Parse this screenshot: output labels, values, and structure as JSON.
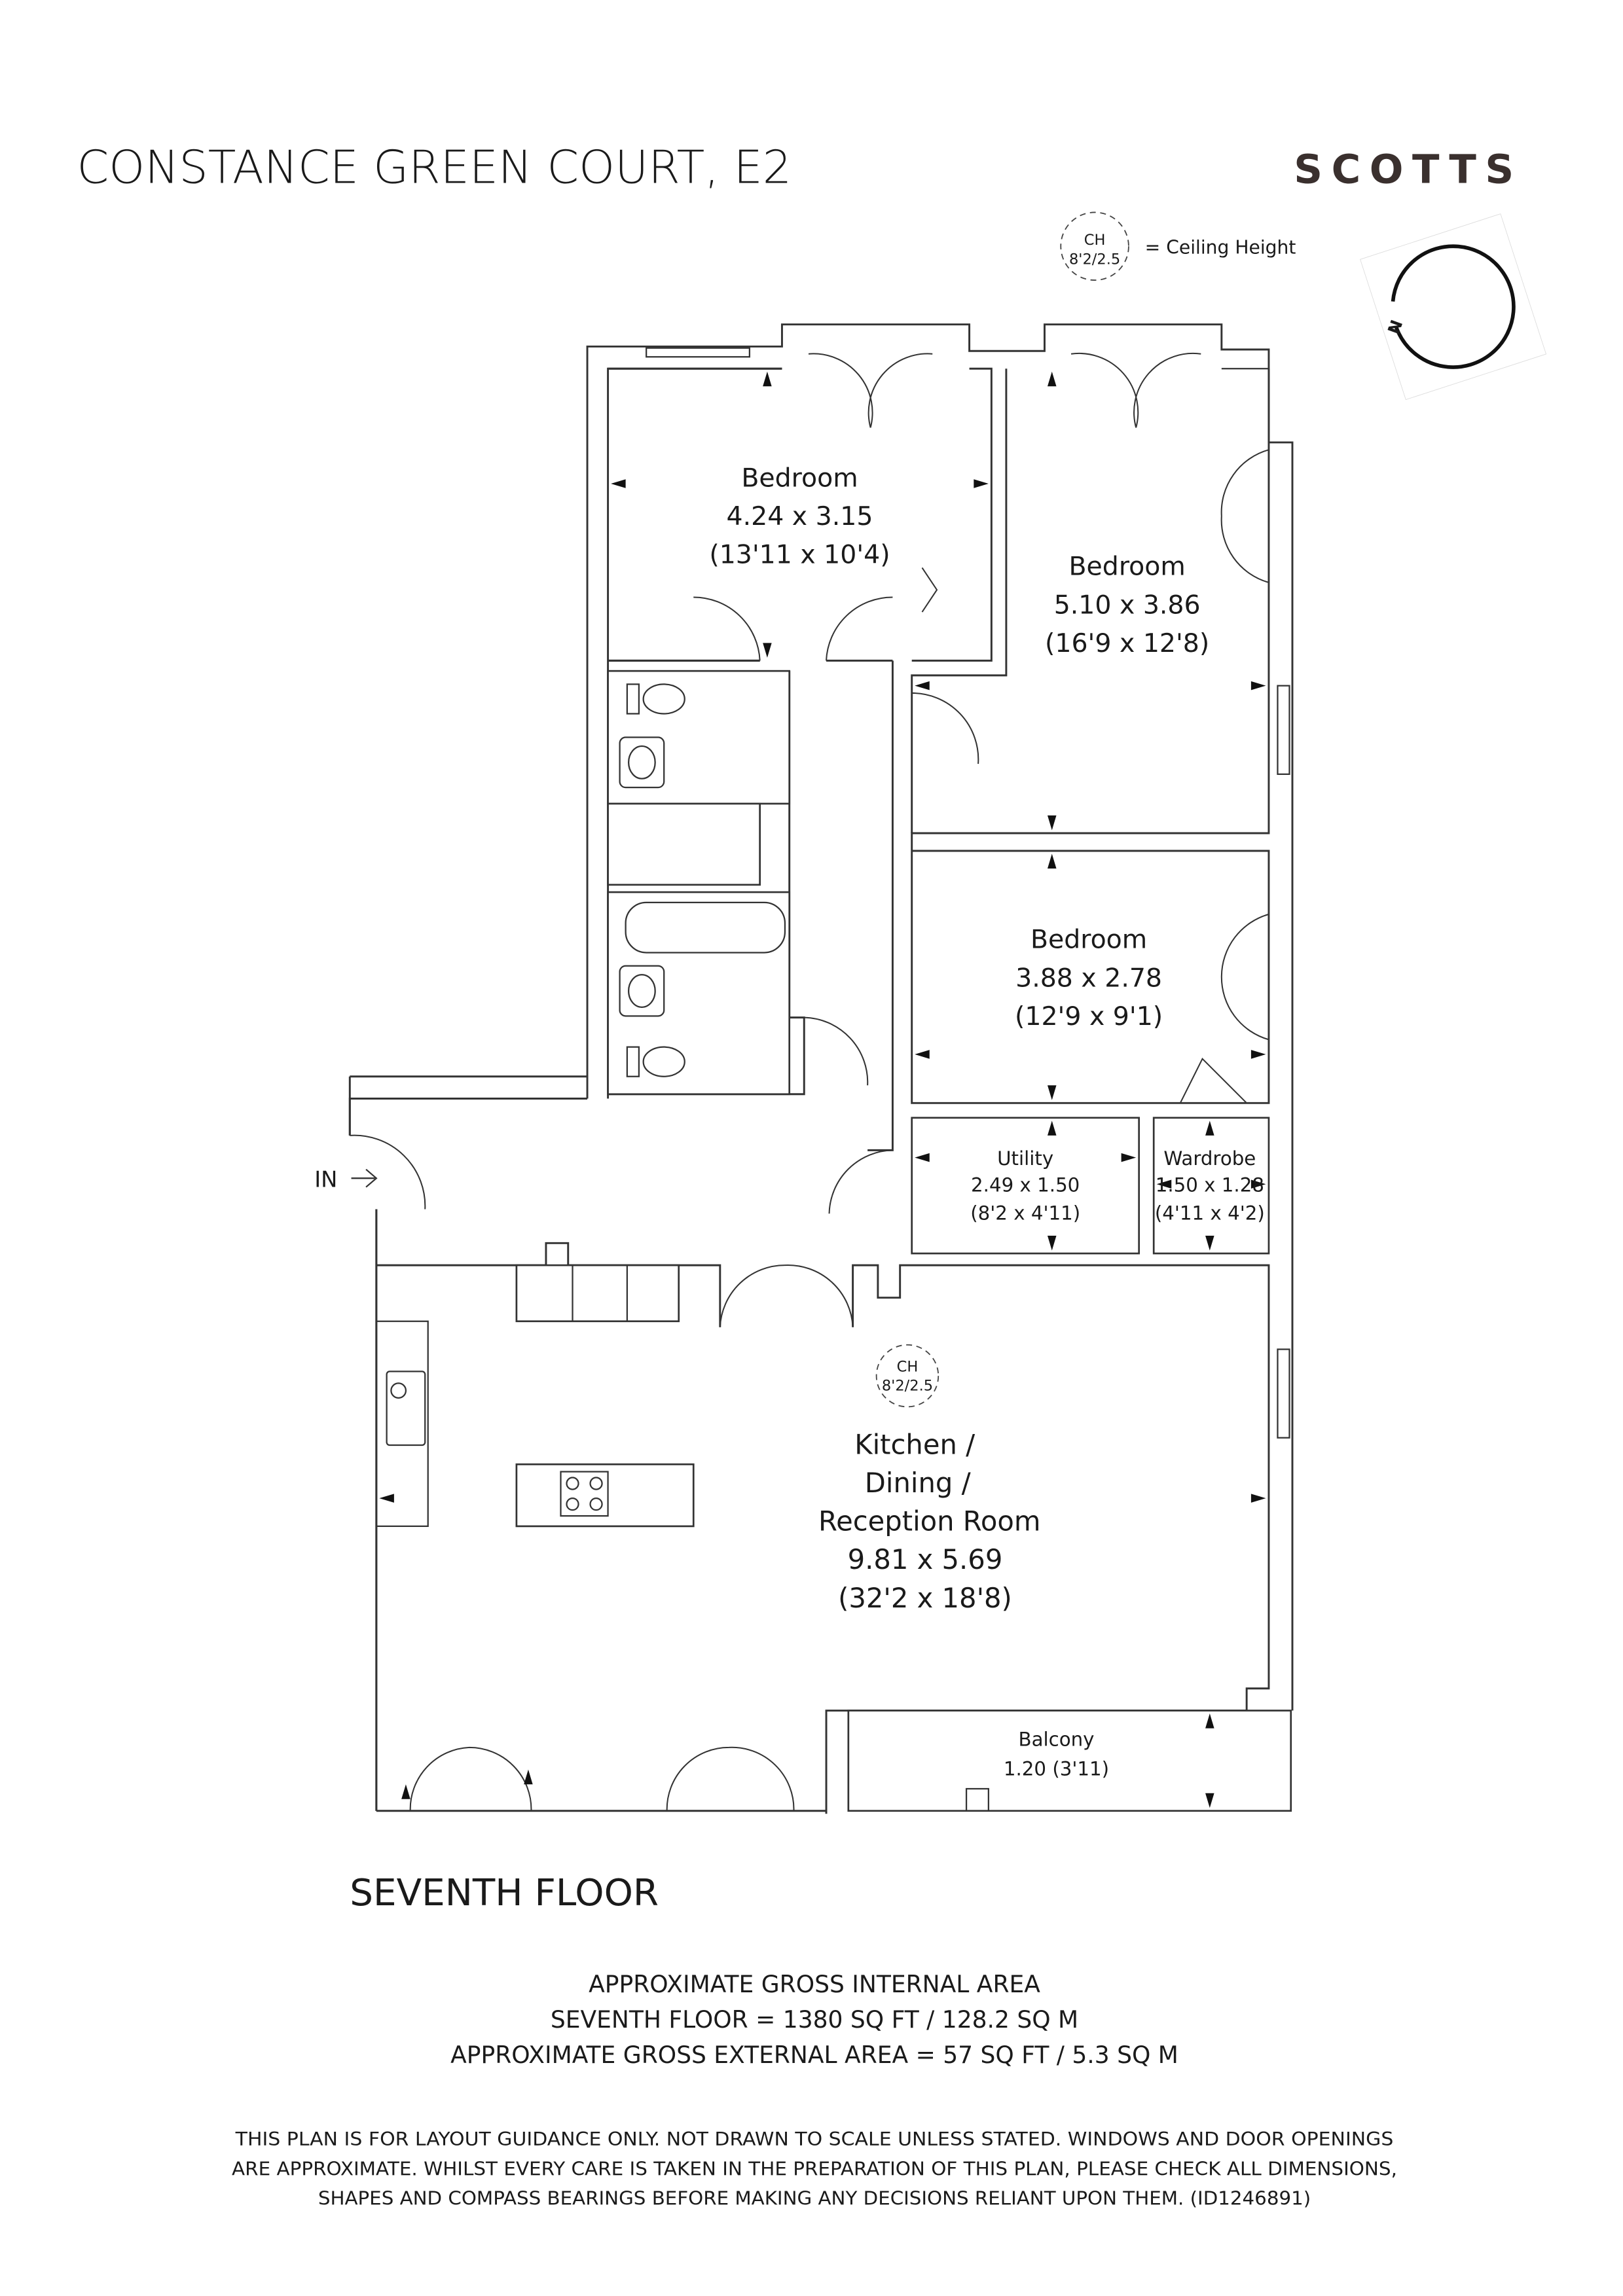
{
  "header": {
    "title": "CONSTANCE GREEN COURT, E2",
    "brand": "SCOTTS"
  },
  "legend": {
    "ch_label": "CH",
    "ch_value": "8'2/2.5",
    "ch_meaning": "= Ceiling Height"
  },
  "compass": {
    "label": "N"
  },
  "rooms": [
    {
      "name": "Bedroom",
      "metric": "4.24 x 3.15",
      "imperial": "(13'11 x 10'4)"
    },
    {
      "name": "Bedroom",
      "metric": "5.10 x 3.86",
      "imperial": "(16'9 x 12'8)"
    },
    {
      "name": "Bedroom",
      "metric": "3.88 x 2.78",
      "imperial": "(12'9 x 9'1)"
    },
    {
      "name": "Utility",
      "metric": "2.49 x 1.50",
      "imperial": "(8'2 x 4'11)"
    },
    {
      "name": "Wardrobe",
      "metric": "1.50 x 1.28",
      "imperial": "(4'11 x 4'2)"
    },
    {
      "name_line1": "Kitchen /",
      "name_line2": "Dining /",
      "name_line3": "Reception Room",
      "metric": "9.81 x 5.69",
      "imperial": "(32'2 x 18'8)",
      "ch_label": "CH",
      "ch_value": "8'2/2.5"
    },
    {
      "name": "Balcony",
      "metric": "1.20 (3'11)"
    }
  ],
  "entrance": {
    "label": "IN"
  },
  "floor_label": "SEVENTH FLOOR",
  "areas": {
    "line1": "APPROXIMATE GROSS INTERNAL AREA",
    "line2": "SEVENTH FLOOR = 1380 SQ FT / 128.2 SQ M",
    "line3": "APPROXIMATE GROSS EXTERNAL AREA = 57 SQ FT / 5.3 SQ M"
  },
  "disclaimer": {
    "line1": "THIS PLAN IS FOR LAYOUT GUIDANCE ONLY. NOT DRAWN TO SCALE UNLESS STATED. WINDOWS AND DOOR OPENINGS",
    "line2": "ARE APPROXIMATE. WHILST EVERY CARE IS TAKEN IN THE PREPARATION OF THIS PLAN, PLEASE CHECK ALL DIMENSIONS,",
    "line3": "SHAPES AND COMPASS BEARINGS BEFORE MAKING ANY DECISIONS RELIANT UPON THEM. (ID1246891)"
  },
  "colors": {
    "brand": "#3a302e",
    "line": "#333333"
  }
}
